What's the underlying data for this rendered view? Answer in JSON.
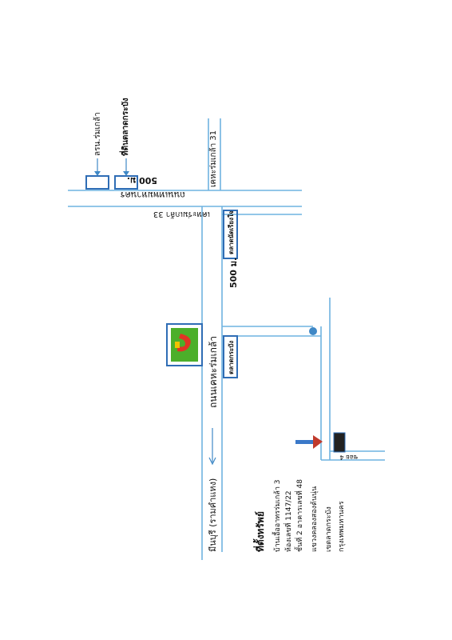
{
  "colors": {
    "road": "#6fb3e0",
    "road_dark": "#3f88c6",
    "box": "#2f6db5",
    "text": "#111111",
    "arrow_body": "#3a78c8",
    "arrow_head": "#c0392b",
    "logo_green": "#4caf2a",
    "logo_red": "#e03524",
    "logo_yellow": "#f2c200",
    "landmark_fill": "#222222"
  },
  "labels": {
    "school_ram_klao": "ลรน.ร่มเกล้า",
    "market_krabang": "ที่ดินตลาดกระบัง",
    "dist_top": "500 ม.",
    "road_top": "ถนนเทพมหานคร",
    "soi_31": "เคหะร่มเกล้า 31",
    "soi_33": "เคหะร่มเกล้า 33",
    "market_near": "ตลาดนัดเรียงใจ",
    "dist_mid": "500 ม.",
    "main_road": "ถนนเคหะร่มเกล้า",
    "landmark_mart": "ตลาดกระบัง",
    "min_buri": "มีนบุรี (รามคำแหง)",
    "soi_bottom": "ซอย 4"
  },
  "address": {
    "title": "ที่ตั้งทรัพย์",
    "lines": [
      "บ้านเอื้ออาทรร่มเกล้า 3",
      "ห้องเลขที่ 1147/22",
      "ชั้นที่ 2 อาคารเลขที่ 48",
      "แขวงคลองสองต้นนุ่น",
      "เขตลาดกระบัง",
      "กรุงเทพมหานคร"
    ]
  },
  "icons": {
    "store_logo": "store-logo-icon",
    "property_arrow": "arrow-right-icon",
    "direction_arrow": "arrow-up-icon",
    "junction": "junction-dot-icon"
  }
}
